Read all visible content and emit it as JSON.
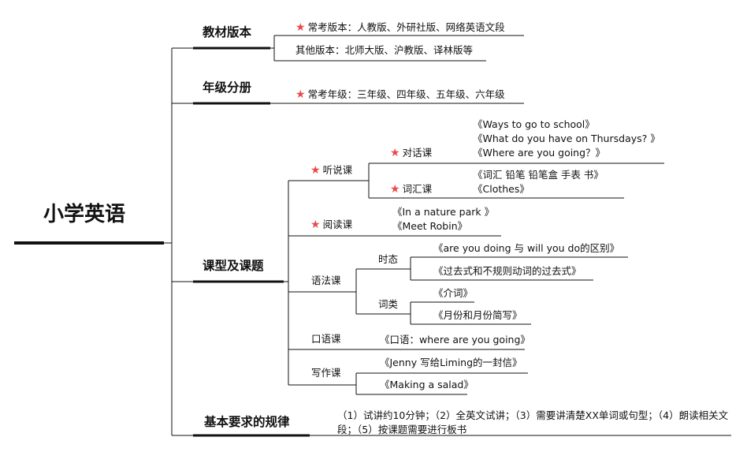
{
  "root": "小学英语",
  "branches": {
    "textbook": {
      "title": "教材版本",
      "common": "常考版本：人教版、外研社版、网络英语文段",
      "other": "其他版本：北师大版、沪教版、译林版等"
    },
    "grade": {
      "title": "年级分册",
      "common": "常考年级：三年级、四年级、五年级、六年级"
    },
    "types": {
      "title": "课型及课题",
      "listening": {
        "label": "听说课",
        "dialogue": {
          "label": "对话课",
          "items": [
            "《Ways to go to school》",
            "《What do you have on Thursdays? 》",
            "《Where are you going？》"
          ]
        },
        "vocab": {
          "label": "词汇课",
          "items": [
            "《词汇 铅笔 铅笔盒 手表 书》",
            "《Clothes》"
          ]
        }
      },
      "reading": {
        "label": "阅读课",
        "items": [
          "《In a nature park 》",
          "《Meet Robin》"
        ]
      },
      "grammar": {
        "label": "语法课",
        "tense": {
          "label": "时态",
          "items": [
            "《are you doing 与 will you do的区别》",
            "《过去式和不规则动词的过去式》"
          ]
        },
        "wordclass": {
          "label": "词类",
          "items": [
            "《介词》",
            "《月份和月份简写》"
          ]
        }
      },
      "oral": {
        "label": "口语课",
        "items": [
          "《口语：where are you going》"
        ]
      },
      "writing": {
        "label": "写作课",
        "items": [
          "《Jenny 写给Liming的一封信》",
          "《Making a salad》"
        ]
      }
    },
    "rules": {
      "title": "基本要求的规律",
      "text": "（1）试讲约10分钟；（2）全英文试讲；（3）需要讲清楚XX单词或句型；（4）朗读相关文段；（5）按课题需要进行板书"
    }
  },
  "colors": {
    "line": "#111111",
    "star": "#e84a4a"
  }
}
